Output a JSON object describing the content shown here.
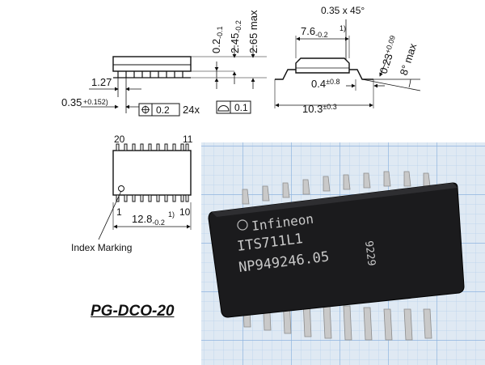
{
  "side_view": {
    "pitch": "1.27",
    "lead_width": "0.35",
    "lead_width_tol": "+0.15",
    "lead_width_tol_suffix": "2)",
    "tol_box_value": "0.2",
    "tol_box_count": "24x",
    "standoff": "0.2",
    "standoff_tol": "-0.1",
    "body_height": "2.45",
    "body_height_tol": "-0.2",
    "max_height": "2.65 max",
    "flatness_value": "0.1"
  },
  "end_view": {
    "chamfer": "0.35 x 45°",
    "body_width": "7.6",
    "body_width_tol": "-0.2",
    "body_width_note": "1)",
    "lead_thickness": "0.23",
    "lead_thickness_tol": "+0.09",
    "lead_angle": "8° max",
    "foot_length": "0.4",
    "foot_length_tol": "±0.8",
    "overall_width": "10.3",
    "overall_width_tol": "±0.3"
  },
  "top_view": {
    "pin_top_right": "11",
    "pin_top_left": "20",
    "pin_bottom_left": "1",
    "pin_bottom_right": "10",
    "body_length": "12.8",
    "body_length_tol": "-0.2",
    "body_length_note": "1)",
    "index_label": "Index Marking"
  },
  "package_name": "PG-DCO-20",
  "photo": {
    "marking_brand": "Infineon",
    "marking_part": "ITS711L1",
    "marking_lot": "NP949246.05",
    "marking_date": "9229",
    "colors": {
      "grid_background": "#dfe9f3",
      "grid_line": "#9fc1e6",
      "chip_body": "#1b1b1d",
      "lead": "#c9c9c9"
    }
  }
}
